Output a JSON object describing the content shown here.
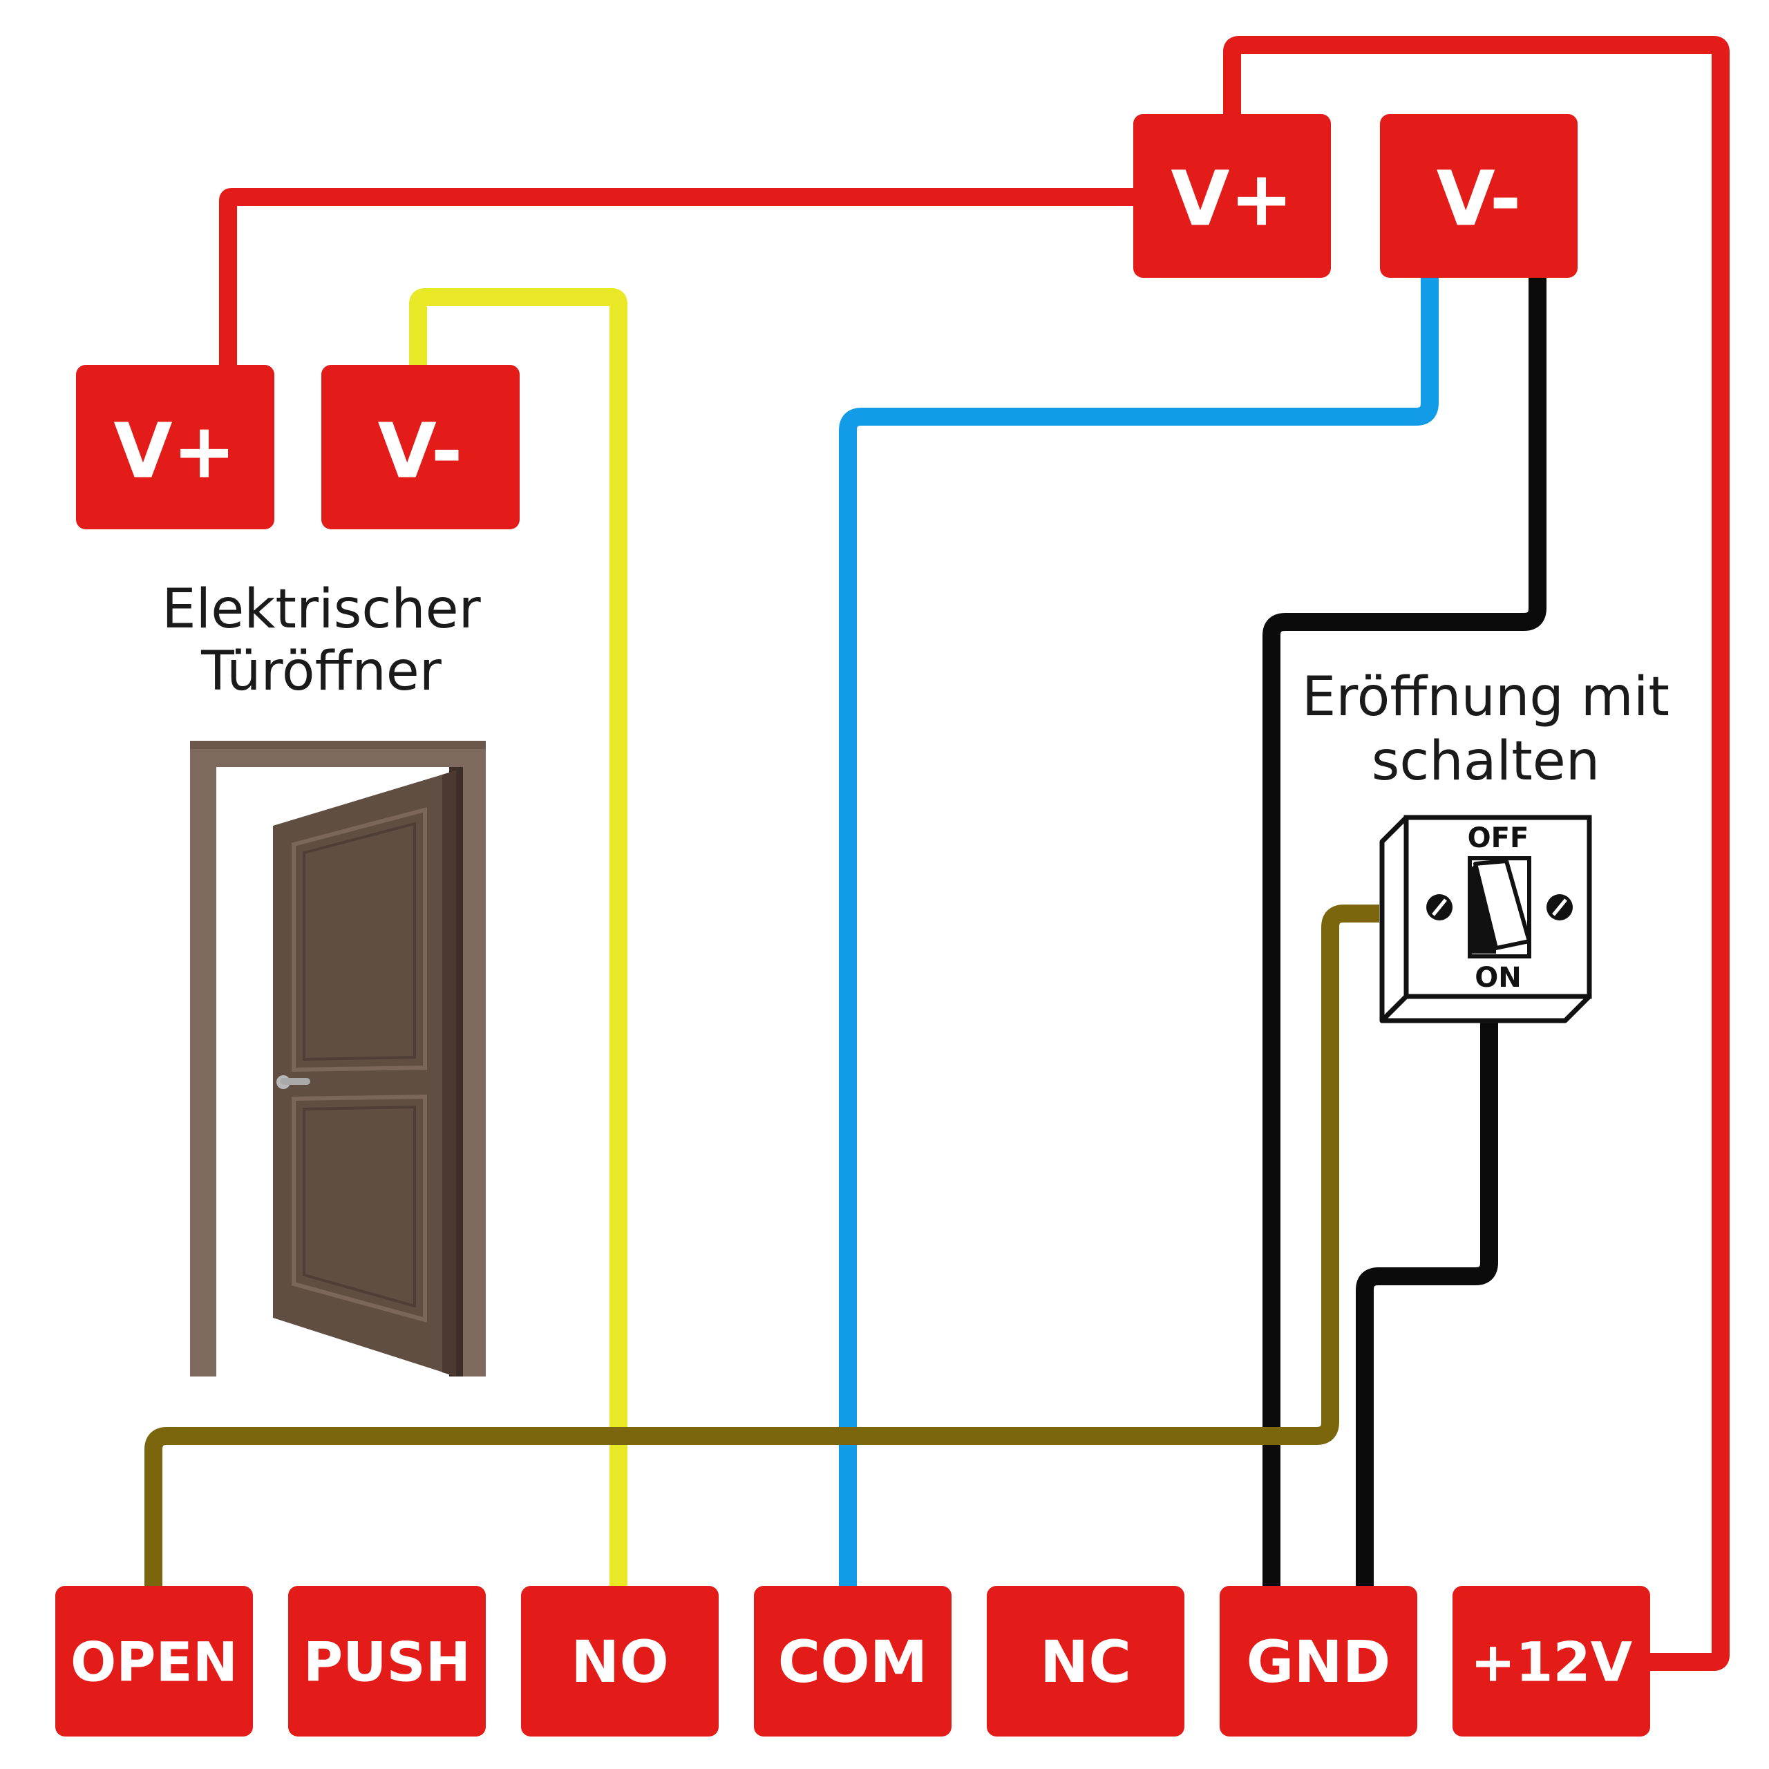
{
  "colors": {
    "terminal": "#e31c19",
    "wire_red": "#e31c19",
    "wire_yellow": "#e8e827",
    "wire_blue": "#129be6",
    "wire_black": "#0b0b0b",
    "wire_olive": "#7c660d",
    "door": "#614e43",
    "door_frame": "#7d695e"
  },
  "lock": {
    "title_line1": "Elektrischer",
    "title_line2": "Türöffner",
    "vplus": "V+",
    "vminus": "V-"
  },
  "power_supply": {
    "vplus": "V+",
    "vminus": "V-"
  },
  "switch": {
    "title_line1": "Eröffnung mit",
    "title_line2": "schalten",
    "off_label": "OFF",
    "on_label": "ON",
    "icon": "rocker-switch-icon"
  },
  "door_icon": "open-door-icon",
  "controller_terminals": [
    {
      "id": "open",
      "label": "OPEN"
    },
    {
      "id": "push",
      "label": "PUSH"
    },
    {
      "id": "no",
      "label": "NO"
    },
    {
      "id": "com",
      "label": "COM"
    },
    {
      "id": "nc",
      "label": "NC"
    },
    {
      "id": "gnd",
      "label": "GND"
    },
    {
      "id": "12v",
      "label": "+12V"
    }
  ]
}
